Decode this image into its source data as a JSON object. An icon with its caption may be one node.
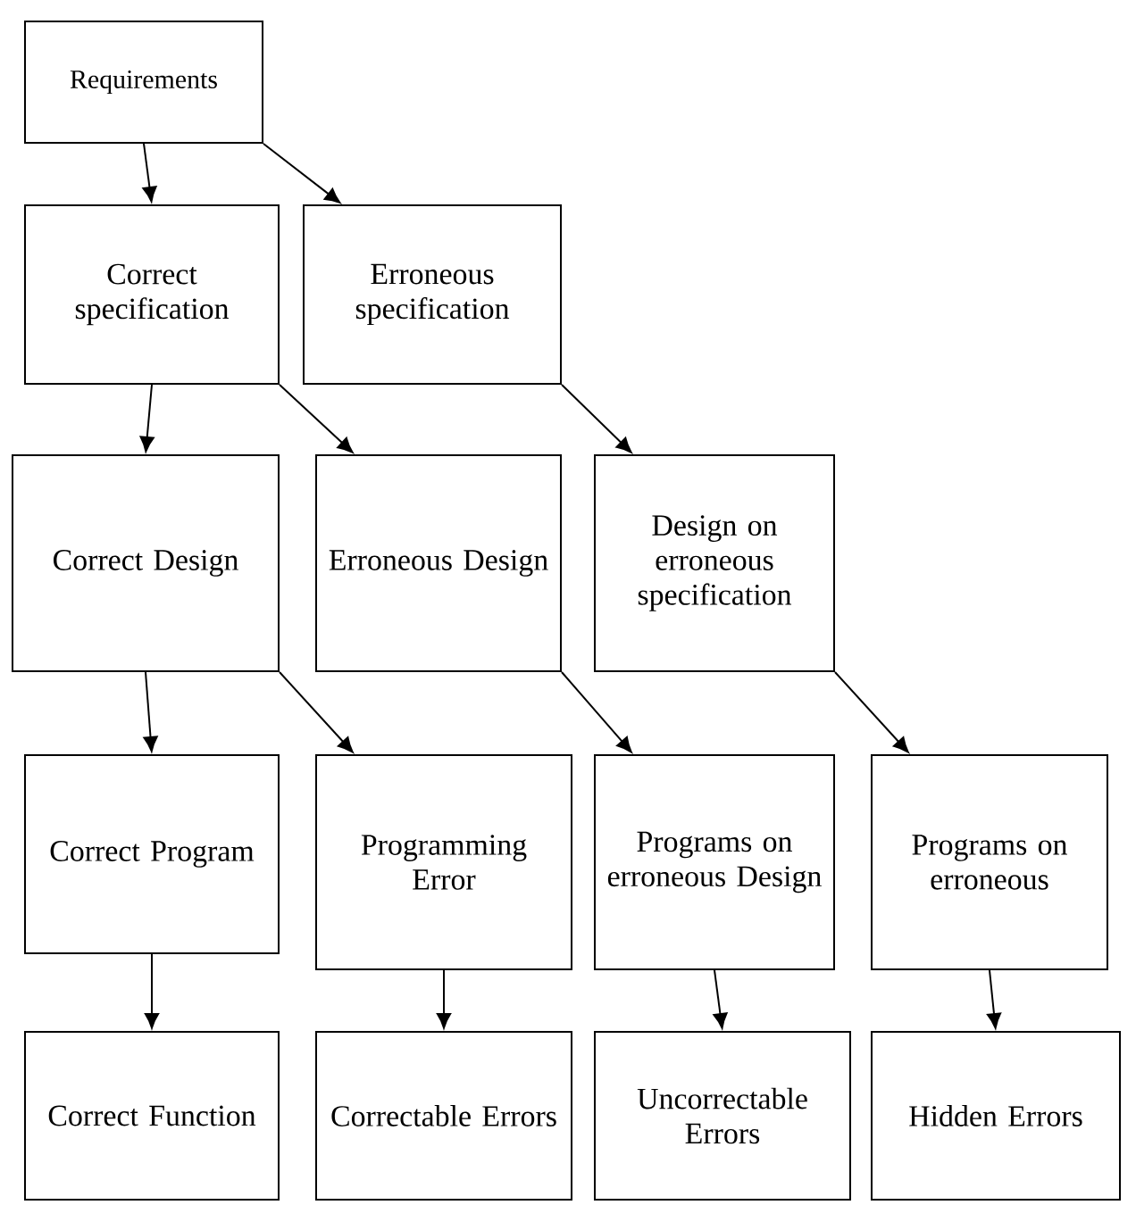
{
  "diagram": {
    "nodes": [
      {
        "text": [
          "Requirements"
        ]
      },
      {
        "text": [
          "Correct specification"
        ]
      },
      {
        "text": [
          "Erroneous specification"
        ]
      },
      {
        "text": [
          "Correct Design"
        ]
      },
      {
        "text": [
          "Erroneous Design"
        ]
      },
      {
        "text": [
          "Design on erroneous specification"
        ]
      },
      {
        "text": [
          "Correct Program"
        ]
      },
      {
        "text": [
          "Programming Error"
        ]
      },
      {
        "text": [
          "Programs on erroneous Design"
        ]
      },
      {
        "text": [
          "Programs on erroneous"
        ]
      },
      {
        "text": [
          "Correct Function"
        ]
      },
      {
        "text": [
          "Correctable Errors"
        ]
      },
      {
        "text": [
          "Uncorrectable Errors"
        ]
      },
      {
        "text": [
          "Hidden Errors"
        ]
      }
    ],
    "edges": [
      {
        "from": 0,
        "to": 1,
        "arrow": "to"
      },
      {
        "from": 0,
        "to": 2,
        "arrow": "to"
      },
      {
        "from": 1,
        "to": 3,
        "arrow": "to"
      },
      {
        "from": 1,
        "to": 4,
        "arrow": "to"
      },
      {
        "from": 2,
        "to": 5,
        "arrow": "to"
      },
      {
        "from": 3,
        "to": 6,
        "arrow": "to"
      },
      {
        "from": 3,
        "to": 7,
        "arrow": "to"
      },
      {
        "from": 4,
        "to": 8,
        "arrow": "to"
      },
      {
        "from": 5,
        "to": 9,
        "arrow": "to"
      },
      {
        "from": 6,
        "to": 10,
        "arrow": "to"
      },
      {
        "from": 7,
        "to": 11,
        "arrow": "to"
      },
      {
        "from": 8,
        "to": 12,
        "arrow": "to"
      },
      {
        "from": 9,
        "to": 13,
        "arrow": "to"
      }
    ]
  }
}
